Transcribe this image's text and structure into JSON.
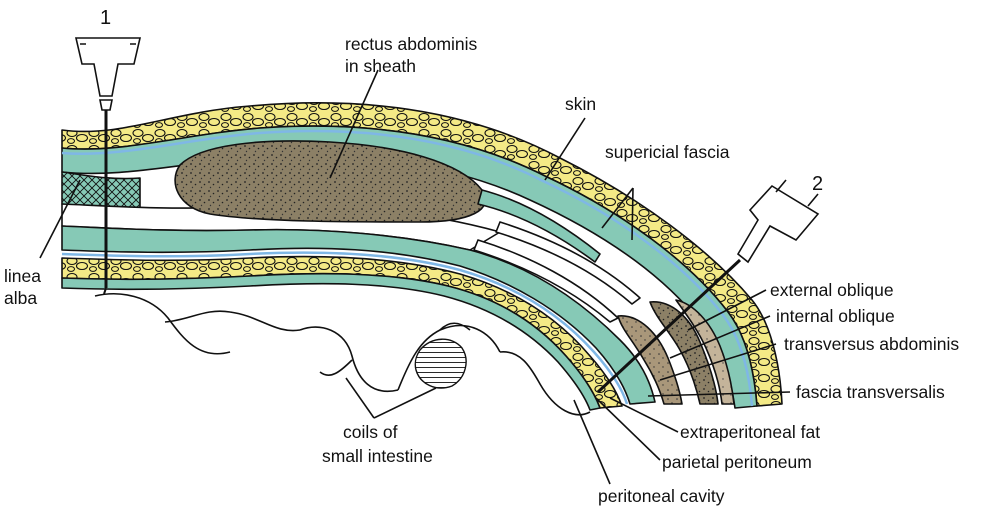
{
  "colors": {
    "skin_fat": "#F4EA86",
    "fascia": "#86C9B6",
    "muscle_dark": "#8C8066",
    "muscle_mid": "#A9977A",
    "muscle_light": "#C4B49A",
    "fascia_line": "#7FB7E6",
    "outline": "#111111"
  },
  "labels": {
    "needle_1": "1",
    "needle_2": "2",
    "rectus_line1": "rectus abdominis",
    "rectus_line2": "in sheath",
    "skin": "skin",
    "superficial_fascia": "supericial fascia",
    "linea_alba_line1": "linea",
    "linea_alba_line2": "alba",
    "external_oblique": "external oblique",
    "internal_oblique": "internal oblique",
    "transversus_abdominis": "transversus abdominis",
    "fascia_transversalis": "fascia transversalis",
    "extraperitoneal_fat": "extraperitoneal fat",
    "parietal_peritoneum": "parietal peritoneum",
    "coils_line1": "coils of",
    "coils_line2": "small intestine",
    "peritoneal_cavity": "peritoneal cavity"
  }
}
